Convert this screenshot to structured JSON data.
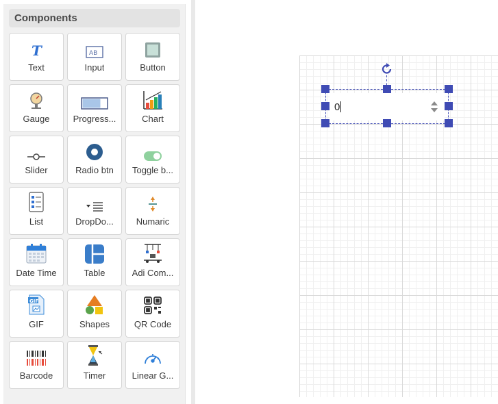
{
  "panel": {
    "title": "Components",
    "tiles": [
      {
        "label": "Text",
        "icon": "text-icon"
      },
      {
        "label": "Input",
        "icon": "input-icon"
      },
      {
        "label": "Button",
        "icon": "button-icon"
      },
      {
        "label": "Gauge",
        "icon": "gauge-icon"
      },
      {
        "label": "Progress...",
        "icon": "progress-icon"
      },
      {
        "label": "Chart",
        "icon": "chart-icon"
      },
      {
        "label": "Slider",
        "icon": "slider-icon"
      },
      {
        "label": "Radio btn",
        "icon": "radio-icon"
      },
      {
        "label": "Toggle b...",
        "icon": "toggle-icon"
      },
      {
        "label": "List",
        "icon": "list-icon"
      },
      {
        "label": "DropDo...",
        "icon": "dropdown-icon"
      },
      {
        "label": "Numaric",
        "icon": "numeric-icon"
      },
      {
        "label": "Date Time",
        "icon": "calendar-icon"
      },
      {
        "label": "Table",
        "icon": "table-icon"
      },
      {
        "label": "Adi Com...",
        "icon": "adi-component-icon"
      },
      {
        "label": "GIF",
        "icon": "gif-icon"
      },
      {
        "label": "Shapes",
        "icon": "shapes-icon"
      },
      {
        "label": "QR Code",
        "icon": "qr-code-icon"
      },
      {
        "label": "Barcode",
        "icon": "barcode-icon"
      },
      {
        "label": "Timer",
        "icon": "timer-icon"
      },
      {
        "label": "Linear G...",
        "icon": "linear-gauge-icon"
      }
    ]
  },
  "canvas": {
    "numeric_widget": {
      "value": "0"
    }
  },
  "colors": {
    "accent": "#3f4bb4",
    "panel_bg": "#f1f1f1"
  }
}
